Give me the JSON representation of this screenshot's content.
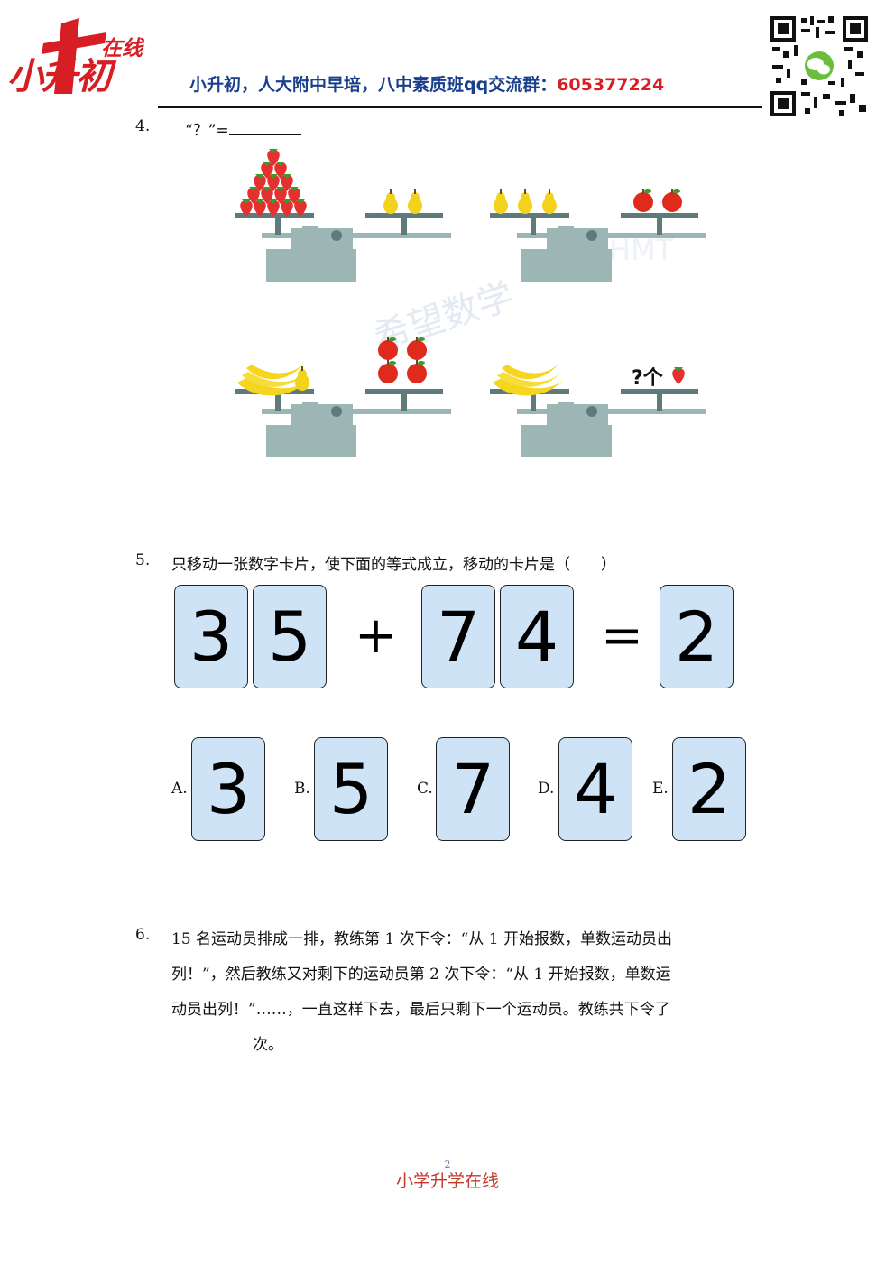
{
  "header": {
    "logo_main": "小升初",
    "logo_small": "在线",
    "title": "小升初，人大附中早培，八中素质班qq交流群：",
    "qq": "605377224"
  },
  "q4": {
    "num": "4.",
    "text": "“？”="
  },
  "scales": {
    "question_label": "?个"
  },
  "q5": {
    "num": "5.",
    "text": "只移动一张数字卡片，使下面的等式成立，移动的卡片是（　　）",
    "equation": {
      "card1": "3",
      "card2": "5",
      "plus": "+",
      "card3": "7",
      "card4": "4",
      "equals": "=",
      "card5": "2"
    },
    "options": [
      {
        "label": "A.",
        "value": "3"
      },
      {
        "label": "B.",
        "value": "5"
      },
      {
        "label": "C.",
        "value": "7"
      },
      {
        "label": "D.",
        "value": "4"
      },
      {
        "label": "E.",
        "value": "2"
      }
    ]
  },
  "q6": {
    "num": "6.",
    "line1": "15 名运动员排成一排，教练第 1 次下令：“从 1 开始报数，单数运动员出",
    "line2": "列！”，然后教练又对剩下的运动员第 2 次下令：“从 1 开始报数，单数运",
    "line3": "动员出列！”……，一直这样下去，最后只剩下一个运动员。教练共下令了",
    "line4_suffix": "次。"
  },
  "footer": {
    "page": "2",
    "text": "小学升学在线"
  }
}
